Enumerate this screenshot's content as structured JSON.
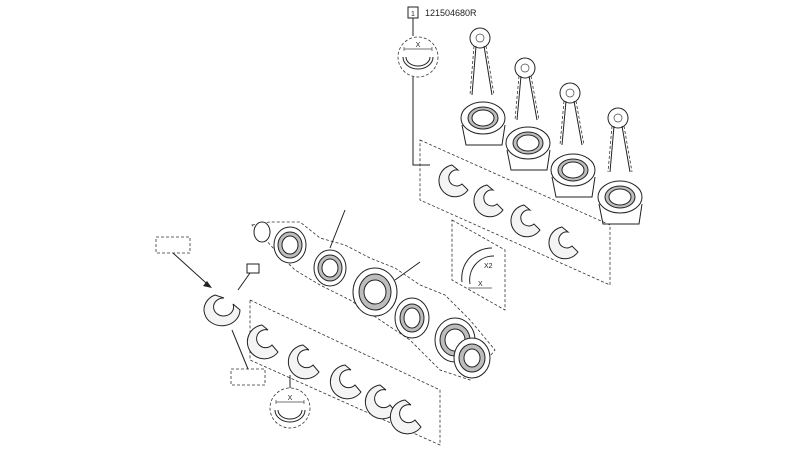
{
  "diagram": {
    "part_reference": "121504680R",
    "callout_number": "1",
    "dimension_label": "X",
    "dimension_label_2": "X2"
  }
}
